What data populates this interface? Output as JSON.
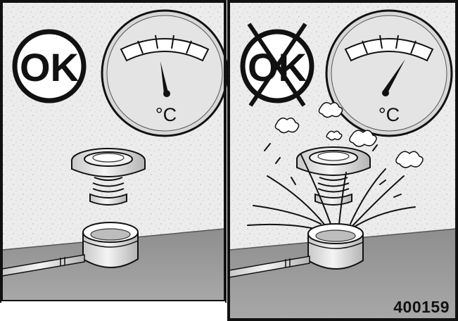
{
  "panels": [
    {
      "name": "cool-engine",
      "stamp": "OK",
      "crossed": false,
      "gauge_unit": "°C",
      "gauge_level": "low"
    },
    {
      "name": "hot-engine",
      "stamp": "OK",
      "crossed": true,
      "gauge_unit": "°C",
      "gauge_level": "high"
    }
  ],
  "figure_id": "400159",
  "colors": {
    "outline": "#111111",
    "wall": "#e6e6e6",
    "floor": "#9a9a9a",
    "metal": "#d6d6d6"
  },
  "icons": [
    "radiator-cap-icon",
    "filler-neck-icon",
    "temperature-gauge-icon",
    "steam-cloud-icon"
  ]
}
